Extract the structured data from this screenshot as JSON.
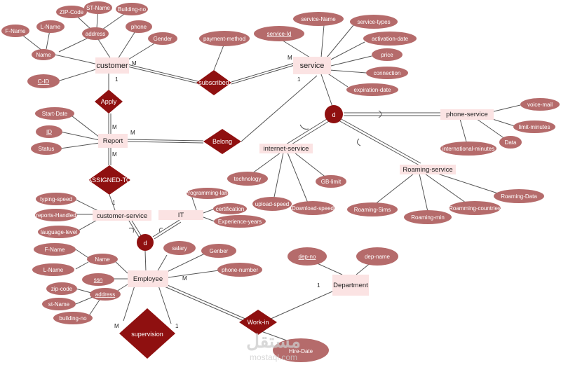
{
  "colors": {
    "attribute_fill": "#b56b6b",
    "relationship_fill": "#8f1010",
    "entity_fill": "#fbe3e3",
    "line": "#555555",
    "watermark": "#cccccc"
  },
  "entities": {
    "customer": "customer",
    "service": "service",
    "report": "Report",
    "internet_service": "internet-service",
    "phone_service": "phone-service",
    "roaming_service": "Roaming-service",
    "customer_service": "customer-service",
    "it": "IT",
    "employee": "Employee",
    "department": "Department"
  },
  "relationships": {
    "subscribed": "subscribed",
    "apply": "Apply",
    "belong": "Belong",
    "assigned_to": "ASSIGNED-TO",
    "work_in": "Work-in",
    "supervision": "supervision"
  },
  "specialization": {
    "service_d": "d",
    "employee_d": "d"
  },
  "attributes": {
    "f_name": "F-Name",
    "l_name": "L-Name",
    "zip_code": "ZIP-Code",
    "st_name": "ST-Name",
    "building_no": "Building-no",
    "address": "address",
    "name": "Name",
    "phone": "phone",
    "gender": "Gender",
    "c_id": "C-ID",
    "payment_method": "payment-method",
    "service_id": "service-Id",
    "service_name": "service-Name",
    "service_types": "service-types",
    "activation_date": "activation-date",
    "price": "price",
    "connection": "connection",
    "expiration_date": "expiration-date",
    "start_date": "Start-Date",
    "id": "ID",
    "status": "Status",
    "voice_mail": "voice-mail",
    "limit_minutes": "limit-minutes",
    "data": "Data",
    "international_minutes": "international-minutes",
    "technology": "technology",
    "gb_limit": "GB-limit",
    "upload_speed": "upload-speed",
    "download_speed": "Download-speed",
    "roaming_sims": "Roaming-Sims",
    "roaming_min": "Roaming-min",
    "roaming_countries": "Roamming-countries",
    "roaming_data": "Roaming-Data",
    "typing_speed": "typing-speed",
    "reports_handled": "reports-Handled",
    "language_level": "lauguage-level",
    "programming_lang": "Programming-lang",
    "certification": "certification",
    "experience_years": "Experience-years",
    "emp_f_name": "F-Name",
    "emp_l_name": "L-Name",
    "emp_name": "Name",
    "ssn": "ssn",
    "emp_zip_code": "zip-code",
    "emp_address": "address",
    "emp_st_name": "st-Name",
    "emp_building_no": "building-no",
    "salary": "salary",
    "genber": "Genber",
    "phone_number": "phone-number",
    "dep_no": "dep-no",
    "dep_name": "dep-name",
    "hire_date": "Hire-Date"
  },
  "cardinalities": {
    "customer_subscribed": "M",
    "service_subscribed": "M",
    "customer_apply": "1",
    "apply_report": "M",
    "report_belong": "M",
    "service_belong": "1",
    "report_assigned": "M",
    "assigned_cs": "1",
    "employee_workin": "M",
    "department_workin": "1",
    "supervision_m": "M",
    "supervision_1": "1"
  },
  "watermark": {
    "logo": "مستقل",
    "sub": "mostaql.com"
  }
}
